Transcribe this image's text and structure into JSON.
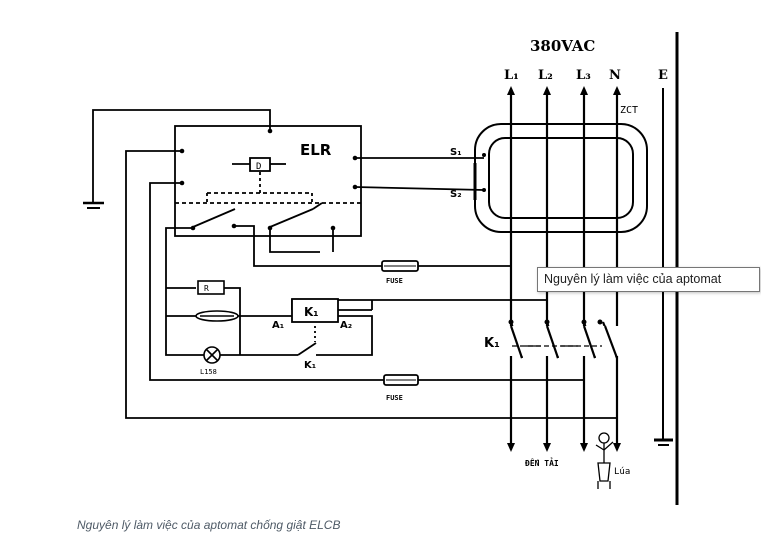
{
  "supply_label": "380VAC",
  "lines": {
    "l1": "L₁",
    "l2": "L₂",
    "l3": "L₃",
    "n": "N",
    "e": "E"
  },
  "zct_label": "ZCT",
  "elr_label": "ELR",
  "s1_label": "S₁",
  "s2_label": "S₂",
  "fuse_label": "FUSE",
  "k1_label": "K₁",
  "a1_label": "A₁",
  "a2_label": "A₂",
  "lamp_label": "L158",
  "load_label": "ĐẾN TẢI",
  "person_label": "Lúa",
  "tooltip": "Nguyên lý làm việc của aptomat",
  "caption": "Nguyên lý làm việc của aptomat chống giật ELCB",
  "colors": {
    "line": "#000000",
    "caption": "#4e5a66",
    "tooltip_border": "#767676"
  }
}
